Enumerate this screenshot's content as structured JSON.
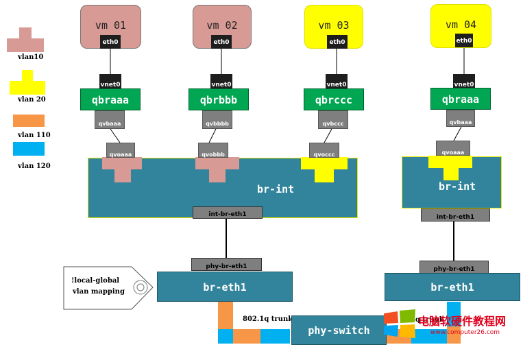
{
  "colors": {
    "vlan10": "#d89a94",
    "vlan20": "#ffff00",
    "vlan110": "#f79646",
    "vlan120": "#00b0f0",
    "qbr": "#00a651",
    "bridge": "#31849b",
    "port": "#7f7f7f"
  },
  "legend": {
    "items": [
      {
        "label": "vlan10",
        "color": "#d89a94"
      },
      {
        "label": "vlan 20",
        "color": "#ffff00"
      },
      {
        "label": "vlan 110",
        "color": "#f79646"
      },
      {
        "label": "vlan 120",
        "color": "#00b0f0"
      }
    ]
  },
  "vms": [
    {
      "name": "vm 01",
      "eth": "eth0",
      "vnet": "vnet0",
      "qbr": "qbraaa",
      "qvb": "qvbaaa",
      "qvo": "qvoaaa"
    },
    {
      "name": "vm 02",
      "eth": "eth0",
      "vnet": "vnet0",
      "qbr": "qbrbbb",
      "qvb": "qvbbbb",
      "qvo": "qvobbb"
    },
    {
      "name": "vm 03",
      "eth": "eth0",
      "vnet": "vnet0",
      "qbr": "qbrccc",
      "qvb": "qvbccc",
      "qvo": "qvoccc"
    },
    {
      "name": "vm 04",
      "eth": "eth0",
      "vnet": "vnet0",
      "qbr": "qbraaa",
      "qvb": "qvbaaa",
      "qvo": "qvoaaa"
    }
  ],
  "bridges": {
    "br_int": "br-int",
    "int_br_eth1": "int-br-eth1",
    "phy_br_eth1": "phy-br-eth1",
    "br_eth1": "br-eth1"
  },
  "note": {
    "line1": "!local-global",
    "line2": "vlan mapping"
  },
  "trunk_label": "802.1q trunk",
  "phy_switch": "phy-switch",
  "watermark": {
    "title": "电脑软硬件教程网",
    "url": "www.computer26.com",
    "partial_label": "q trunk"
  }
}
